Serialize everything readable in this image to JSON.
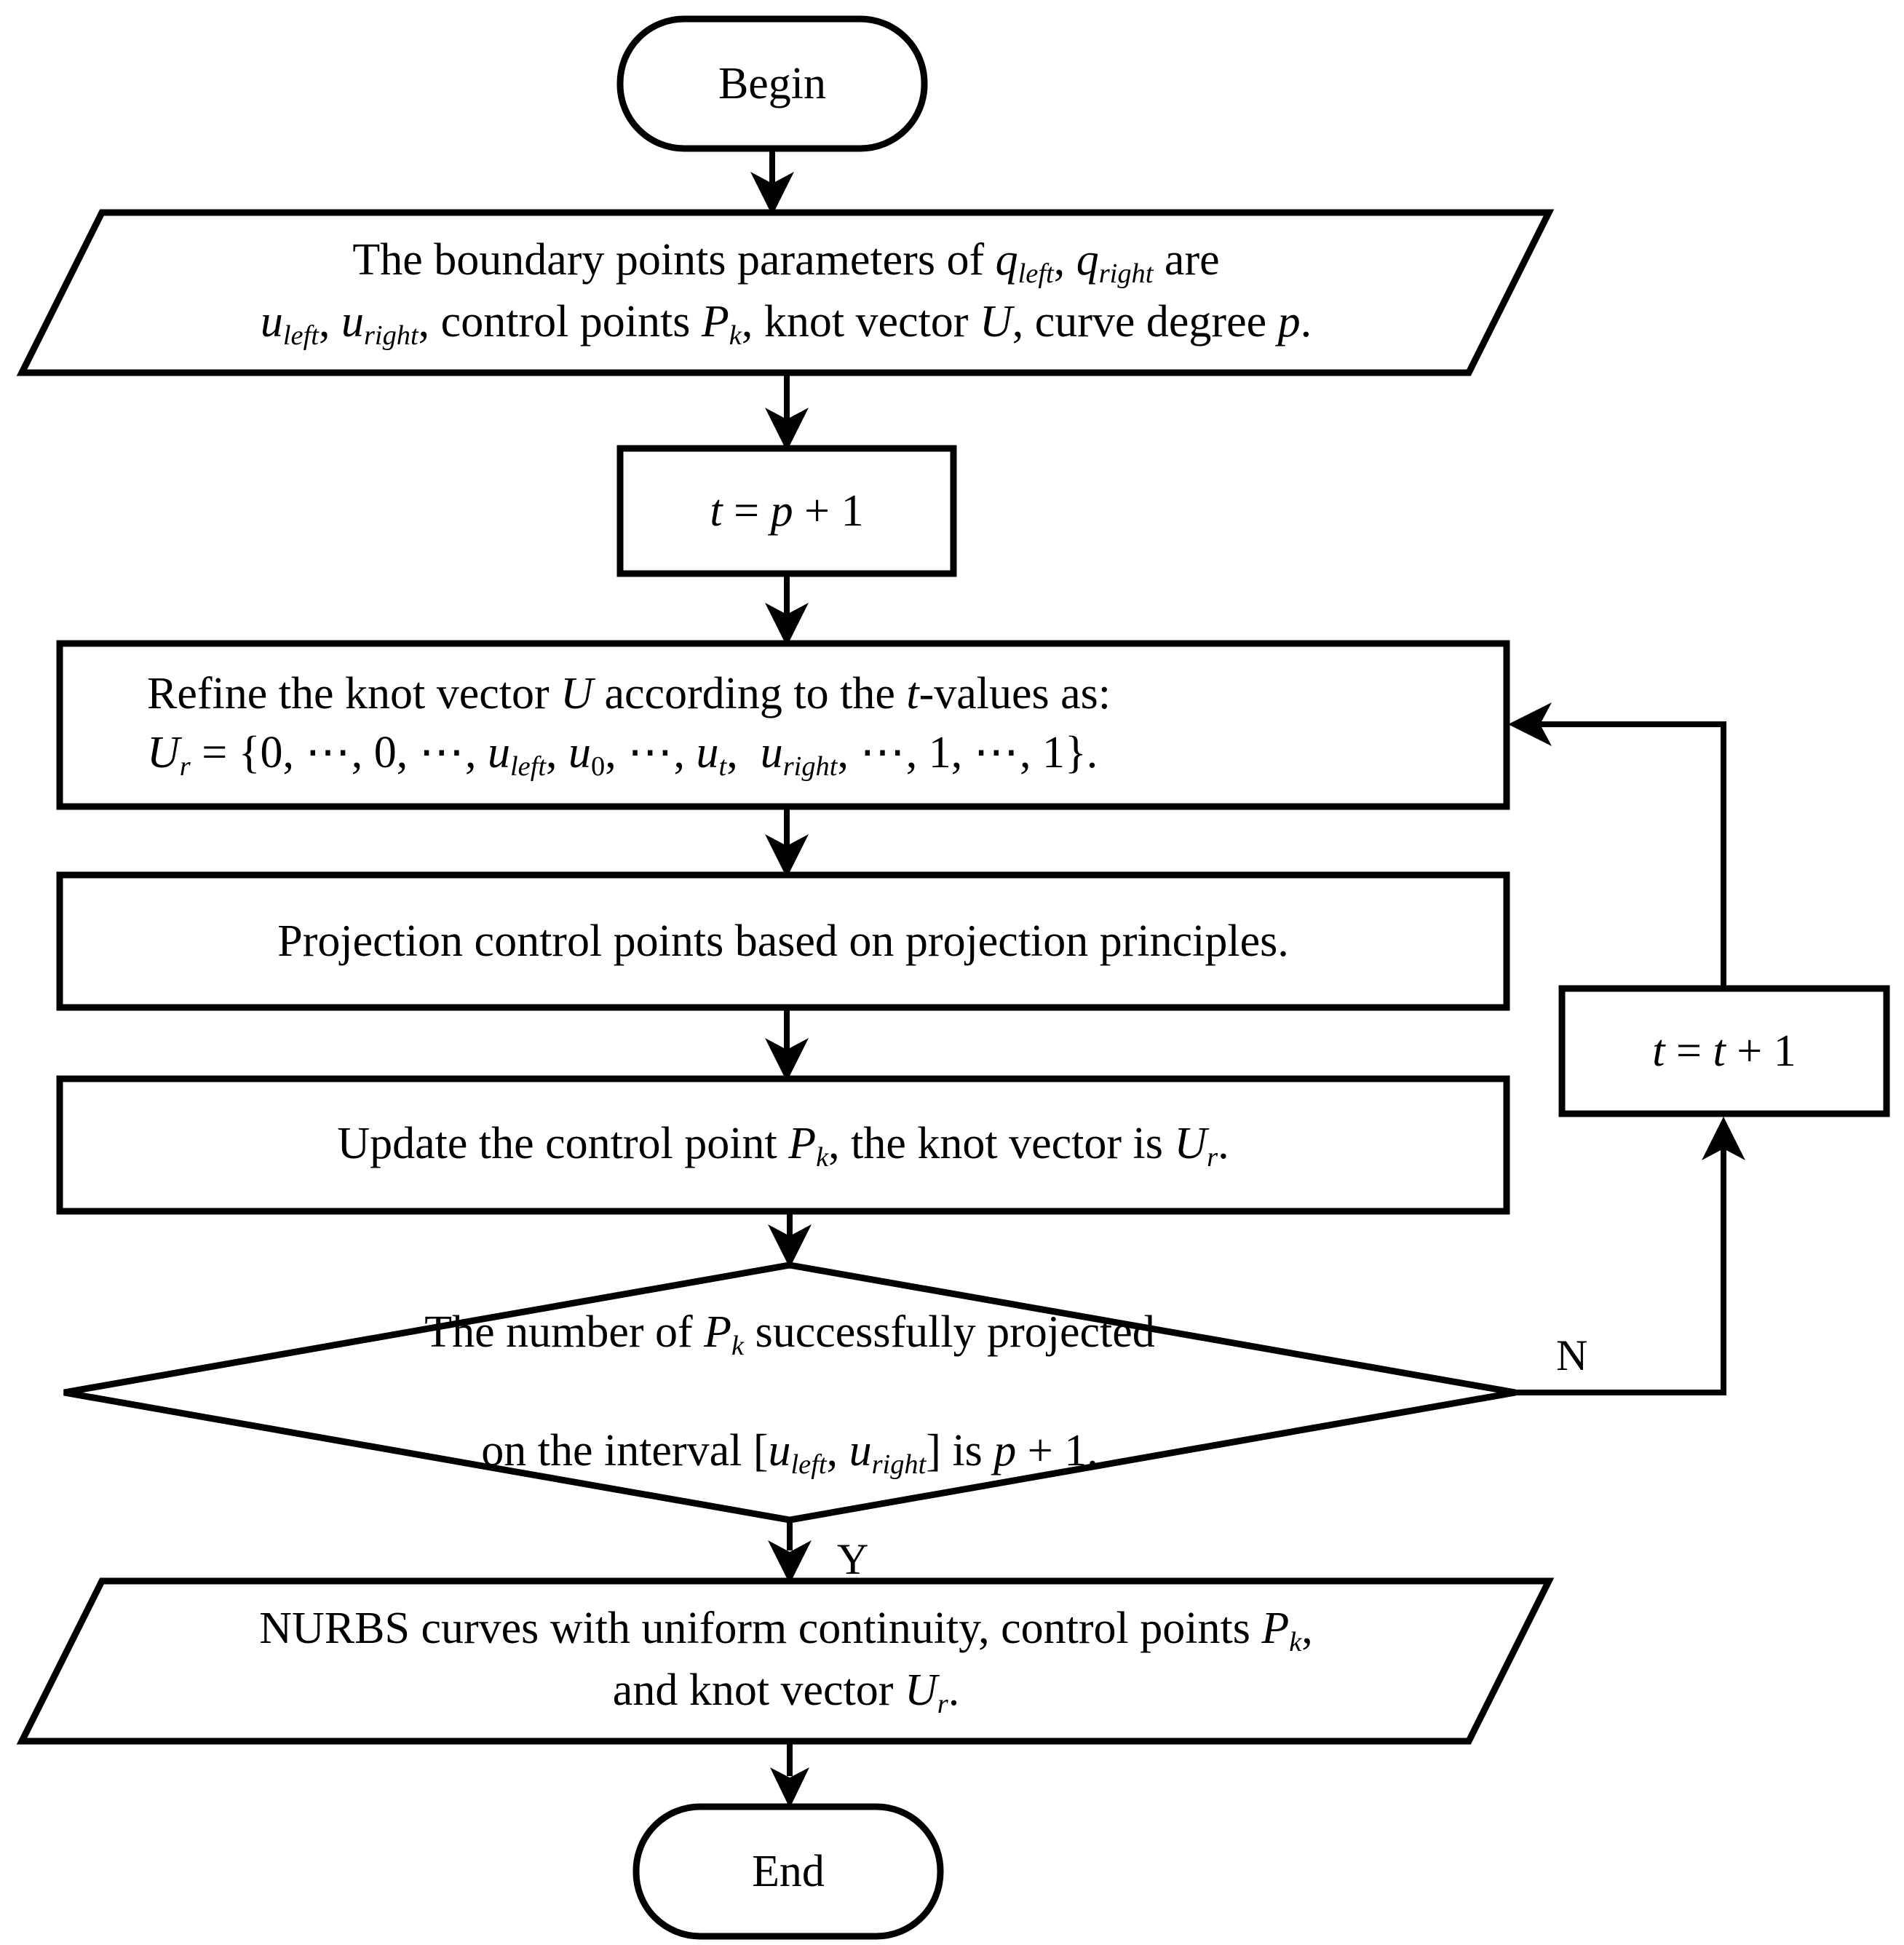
{
  "diagram": {
    "title": "NURBS curve knot refinement and control point projection flowchart",
    "stroke_color": "#000000",
    "background_color": "#ffffff"
  },
  "nodes": {
    "begin": {
      "type": "terminator",
      "label": "Begin"
    },
    "input_params": {
      "type": "input",
      "line1": "The boundary points parameters of q_left, q_right are",
      "line2": "u_left, u_right, control points P_k, knot vector U, curve degree p."
    },
    "init_t": {
      "type": "process",
      "label": "t = p + 1"
    },
    "refine": {
      "type": "process",
      "line1": "Refine the knot vector U according to the t-values as:",
      "line2": "U_r = {0, ⋯, 0, ⋯, u_left, u_0, ⋯, u_t,  u_right, ⋯, 1, ⋯, 1}."
    },
    "projection": {
      "type": "process",
      "label": "Projection control points based on projection principles."
    },
    "update": {
      "type": "process",
      "label": "Update the control point P_k, the knot vector is U_r."
    },
    "decision": {
      "type": "decision",
      "line1": "The number of P_k successfully projected",
      "line2": "on the interval [u_left, u_right] is p + 1."
    },
    "increment_t": {
      "type": "process",
      "label": "t = t + 1"
    },
    "output_result": {
      "type": "output",
      "line1": "NURBS curves with uniform continuity, control points P_k,",
      "line2": "and knot vector U_r."
    },
    "end": {
      "type": "terminator",
      "label": "End"
    }
  },
  "branch_labels": {
    "no": "N",
    "yes": "Y"
  }
}
